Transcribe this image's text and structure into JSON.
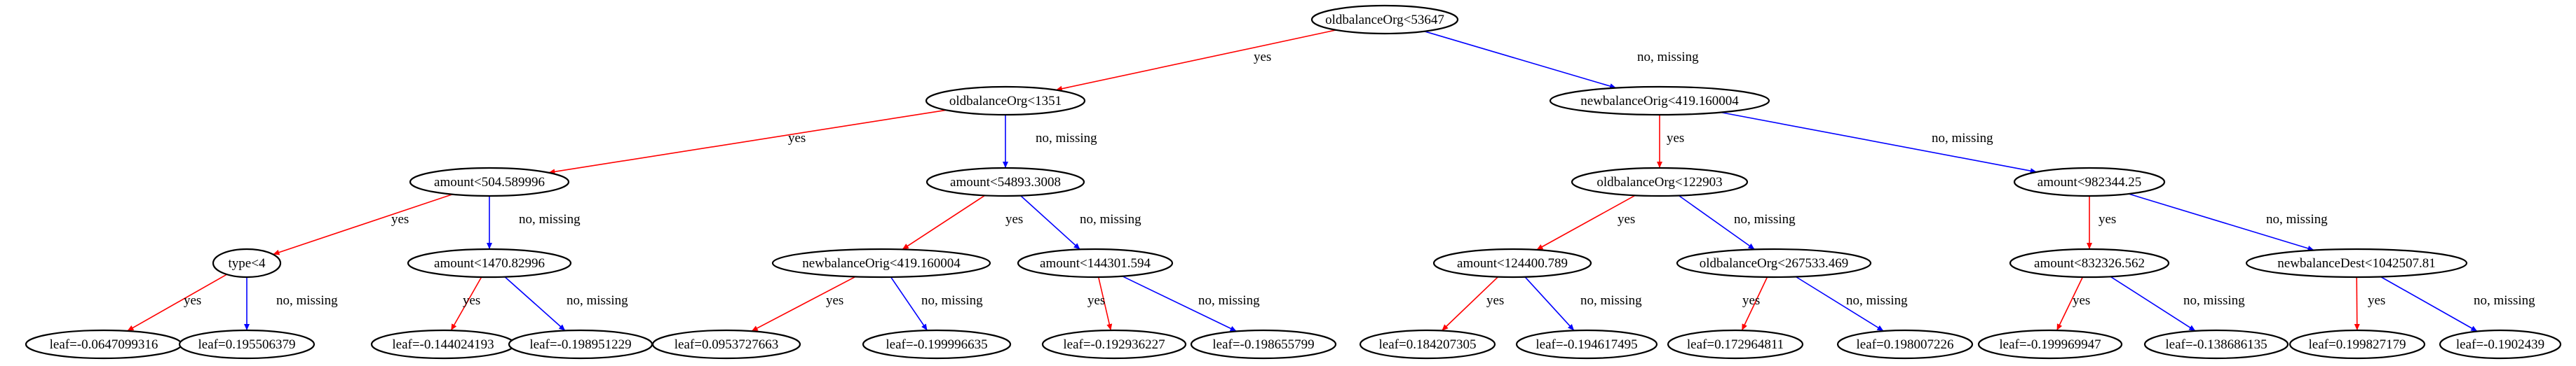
{
  "colors": {
    "yes_edge": "#ff0000",
    "no_edge": "#0000ff",
    "node_stroke": "#000000",
    "background": "#ffffff"
  },
  "tree": {
    "nodes": [
      {
        "id": "n0",
        "label": "oldbalanceOrg<53647"
      },
      {
        "id": "n1",
        "label": "oldbalanceOrg<1351"
      },
      {
        "id": "n2",
        "label": "newbalanceOrig<419.160004"
      },
      {
        "id": "n3",
        "label": "amount<504.589996"
      },
      {
        "id": "n4",
        "label": "amount<54893.3008"
      },
      {
        "id": "n5",
        "label": "oldbalanceOrg<122903"
      },
      {
        "id": "n6",
        "label": "amount<982344.25"
      },
      {
        "id": "n7",
        "label": "type<4"
      },
      {
        "id": "n8",
        "label": "amount<1470.82996"
      },
      {
        "id": "n9",
        "label": "newbalanceOrig<419.160004"
      },
      {
        "id": "n10",
        "label": "amount<144301.594"
      },
      {
        "id": "n11",
        "label": "amount<124400.789"
      },
      {
        "id": "n12",
        "label": "oldbalanceOrg<267533.469"
      },
      {
        "id": "n13",
        "label": "amount<832326.562"
      },
      {
        "id": "n14",
        "label": "newbalanceDest<1042507.81"
      },
      {
        "id": "l0",
        "label": "leaf=-0.0647099316"
      },
      {
        "id": "l1",
        "label": "leaf=0.195506379"
      },
      {
        "id": "l2",
        "label": "leaf=-0.144024193"
      },
      {
        "id": "l3",
        "label": "leaf=-0.198951229"
      },
      {
        "id": "l4",
        "label": "leaf=0.0953727663"
      },
      {
        "id": "l5",
        "label": "leaf=-0.199996635"
      },
      {
        "id": "l6",
        "label": "leaf=-0.192936227"
      },
      {
        "id": "l7",
        "label": "leaf=-0.198655799"
      },
      {
        "id": "l8",
        "label": "leaf=0.184207305"
      },
      {
        "id": "l9",
        "label": "leaf=-0.194617495"
      },
      {
        "id": "l10",
        "label": "leaf=0.172964811"
      },
      {
        "id": "l11",
        "label": "leaf=0.198007226"
      },
      {
        "id": "l12",
        "label": "leaf=-0.199969947"
      },
      {
        "id": "l13",
        "label": "leaf=-0.138686135"
      },
      {
        "id": "l14",
        "label": "leaf=0.199827179"
      },
      {
        "id": "l15",
        "label": "leaf=-0.1902439"
      }
    ],
    "edges": [
      {
        "from": "n0",
        "to": "n1",
        "kind": "yes",
        "label": "yes"
      },
      {
        "from": "n0",
        "to": "n2",
        "kind": "no",
        "label": "no, missing"
      },
      {
        "from": "n1",
        "to": "n3",
        "kind": "yes",
        "label": "yes"
      },
      {
        "from": "n1",
        "to": "n4",
        "kind": "no",
        "label": "no, missing"
      },
      {
        "from": "n2",
        "to": "n5",
        "kind": "yes",
        "label": "yes"
      },
      {
        "from": "n2",
        "to": "n6",
        "kind": "no",
        "label": "no, missing"
      },
      {
        "from": "n3",
        "to": "n7",
        "kind": "yes",
        "label": "yes"
      },
      {
        "from": "n3",
        "to": "n8",
        "kind": "no",
        "label": "no, missing"
      },
      {
        "from": "n4",
        "to": "n9",
        "kind": "yes",
        "label": "yes"
      },
      {
        "from": "n4",
        "to": "n10",
        "kind": "no",
        "label": "no, missing"
      },
      {
        "from": "n5",
        "to": "n11",
        "kind": "yes",
        "label": "yes"
      },
      {
        "from": "n5",
        "to": "n12",
        "kind": "no",
        "label": "no, missing"
      },
      {
        "from": "n6",
        "to": "n13",
        "kind": "yes",
        "label": "yes"
      },
      {
        "from": "n6",
        "to": "n14",
        "kind": "no",
        "label": "no, missing"
      },
      {
        "from": "n7",
        "to": "l0",
        "kind": "yes",
        "label": "yes"
      },
      {
        "from": "n7",
        "to": "l1",
        "kind": "no",
        "label": "no, missing"
      },
      {
        "from": "n8",
        "to": "l2",
        "kind": "yes",
        "label": "yes"
      },
      {
        "from": "n8",
        "to": "l3",
        "kind": "no",
        "label": "no, missing"
      },
      {
        "from": "n9",
        "to": "l4",
        "kind": "yes",
        "label": "yes"
      },
      {
        "from": "n9",
        "to": "l5",
        "kind": "no",
        "label": "no, missing"
      },
      {
        "from": "n10",
        "to": "l6",
        "kind": "yes",
        "label": "yes"
      },
      {
        "from": "n10",
        "to": "l7",
        "kind": "no",
        "label": "no, missing"
      },
      {
        "from": "n11",
        "to": "l8",
        "kind": "yes",
        "label": "yes"
      },
      {
        "from": "n11",
        "to": "l9",
        "kind": "no",
        "label": "no, missing"
      },
      {
        "from": "n12",
        "to": "l10",
        "kind": "yes",
        "label": "yes"
      },
      {
        "from": "n12",
        "to": "l11",
        "kind": "no",
        "label": "no, missing"
      },
      {
        "from": "n13",
        "to": "l12",
        "kind": "yes",
        "label": "yes"
      },
      {
        "from": "n13",
        "to": "l13",
        "kind": "no",
        "label": "no, missing"
      },
      {
        "from": "n14",
        "to": "l14",
        "kind": "yes",
        "label": "yes"
      },
      {
        "from": "n14",
        "to": "l15",
        "kind": "no",
        "label": "no, missing"
      }
    ]
  }
}
